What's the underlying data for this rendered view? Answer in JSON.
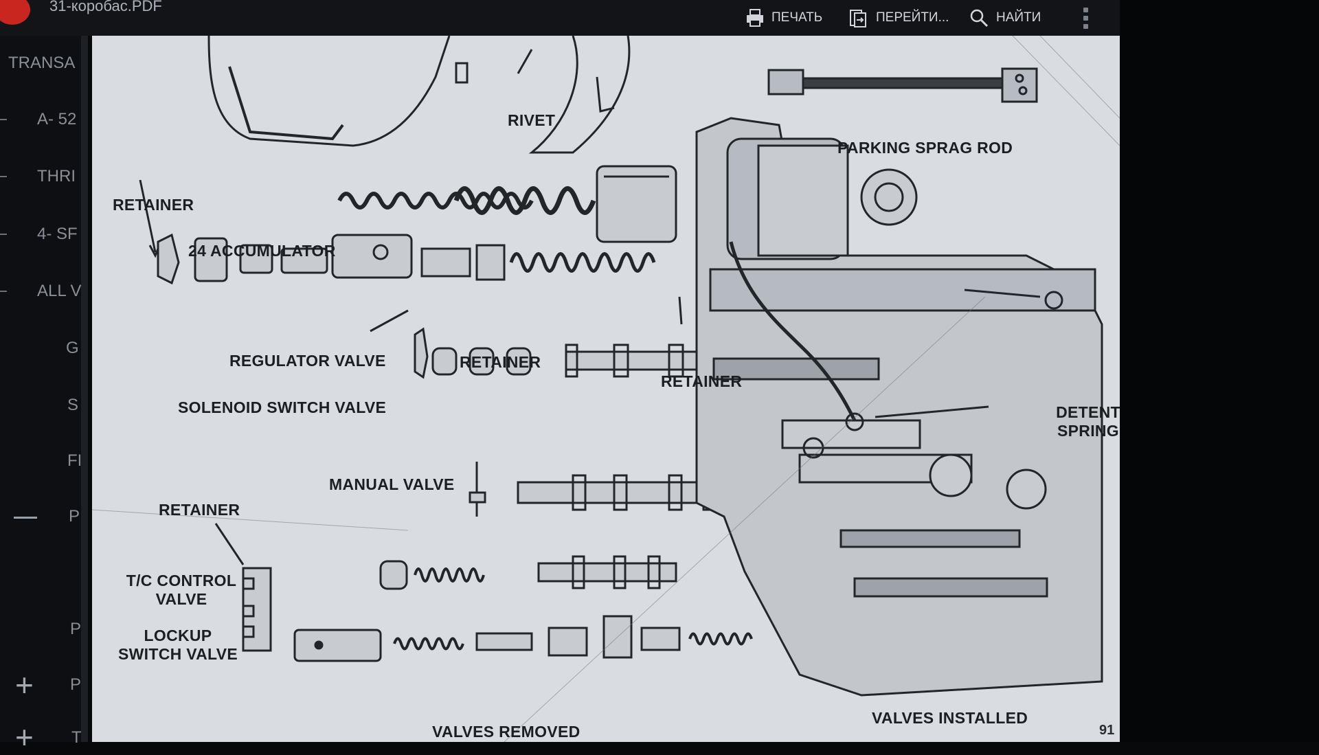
{
  "toolbar": {
    "title": "31-коробас.PDF",
    "print_label": "ПЕЧАТЬ",
    "goto_label": "ПЕРЕЙТИ...",
    "find_label": "НАЙТИ"
  },
  "sidebar": {
    "items": [
      {
        "label": "TRANSA"
      },
      {
        "label": "A- 52"
      },
      {
        "label": "THRI"
      },
      {
        "label": "4- SF"
      },
      {
        "label": "ALL V"
      },
      {
        "label": "G"
      },
      {
        "label": "S"
      },
      {
        "label": "FI"
      },
      {
        "label": "P"
      },
      {
        "label": "P"
      },
      {
        "label": "P"
      },
      {
        "label": "T"
      }
    ]
  },
  "document": {
    "labels": {
      "rivet": "RIVET",
      "parking_sprag_rod": "PARKING SPRAG ROD",
      "retainer_top": "RETAINER",
      "accumulator": "24 ACCUMULATOR",
      "regulator_valve": "REGULATOR VALVE",
      "retainer_mid": "RETAINER",
      "retainer_right": "RETAINER",
      "solenoid_switch_valve": "SOLENOID SWITCH VALVE",
      "detent_spring_1": "DETENT",
      "detent_spring_2": "SPRING",
      "manual_valve": "MANUAL VALVE",
      "retainer_low": "RETAINER",
      "tc_control_1": "T/C CONTROL",
      "tc_control_2": "VALVE",
      "lockup_1": "LOCKUP",
      "lockup_2": "SWITCH VALVE",
      "valves_removed": "VALVES REMOVED",
      "valves_installed": "VALVES INSTALLED"
    },
    "page_number": "91"
  },
  "colors": {
    "toolbar_bg": "#121417",
    "page_bg": "#d9dde2",
    "ink": "#1c1f22",
    "pdf_red": "#c8261e"
  }
}
